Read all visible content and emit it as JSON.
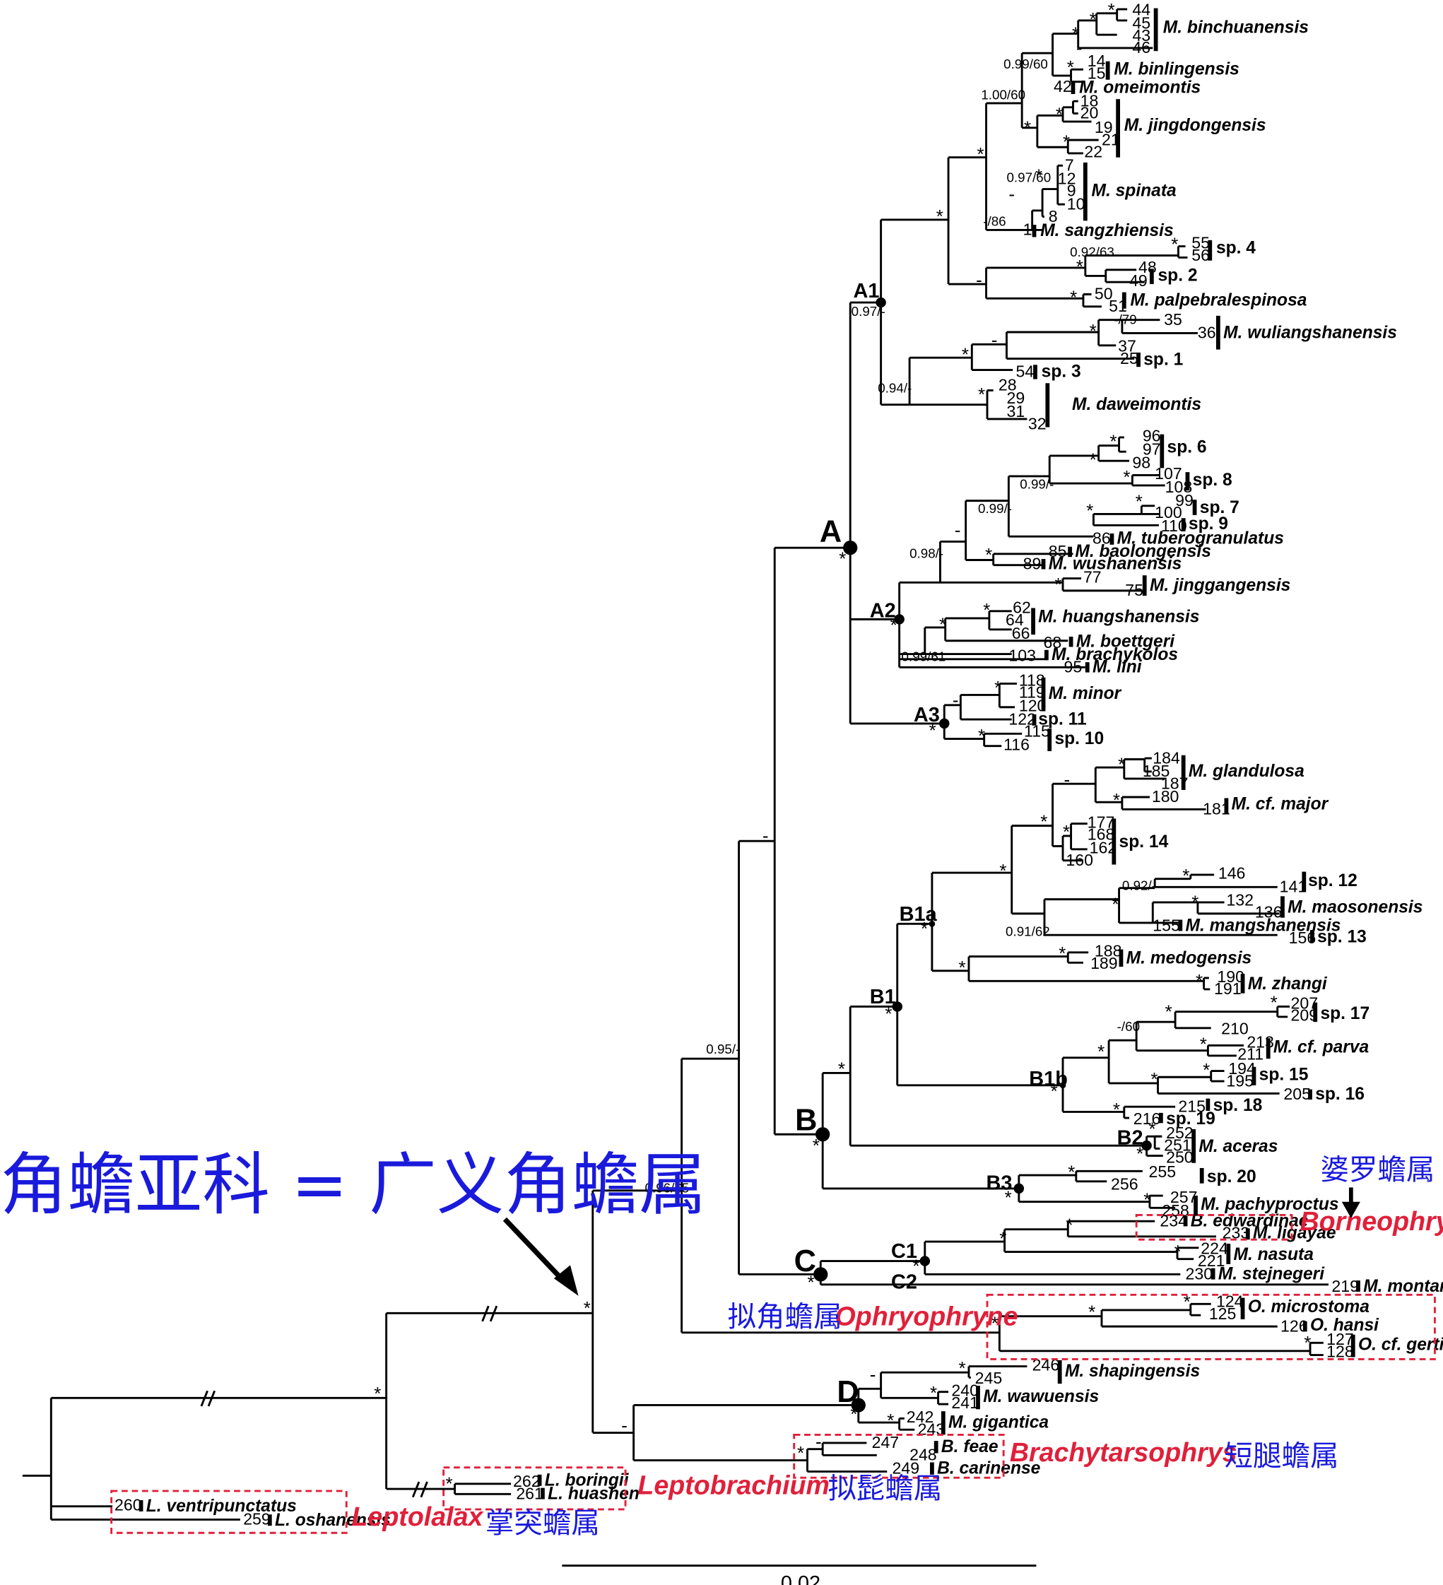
{
  "title": "角蟾亚科 = 广义角蟾属",
  "scale_label": "0.02",
  "colors": {
    "genus_label": "#e0203a",
    "chinese_label": "#1a1adc",
    "tree": "#000000"
  },
  "clades": [
    "A",
    "A1",
    "A2",
    "A3",
    "B",
    "B1",
    "B1a",
    "B1b",
    "B2",
    "B3",
    "C",
    "C1",
    "C2",
    "D"
  ],
  "supports": [
    "1.00/60",
    "0.99/60",
    "0.97/60",
    "-/86",
    "0.92/63",
    "-/79",
    "0.97/-",
    "0.94/-",
    "0.99/-",
    "0.99/-",
    "0.98/-",
    "0.99/61",
    "0.92/-",
    "0.91/62",
    "-/60",
    "0.95/-",
    "0.96/65"
  ],
  "species": [
    "M. binchuanensis",
    "M. binlingensis",
    "M. omeimontis",
    "M. jingdongensis",
    "M. spinata",
    "M. sangzhiensis",
    "sp. 4",
    "sp. 2",
    "M. palpebralespinosa",
    "M. wuliangshanensis",
    "sp. 1",
    "sp. 3",
    "M. daweimontis",
    "sp. 6",
    "sp. 8",
    "sp. 7",
    "sp. 9",
    "M. tuberogranulatus",
    "M. baolongensis",
    "M. wushanensis",
    "M. jinggangensis",
    "M. huangshanensis",
    "M. boettgeri",
    "M. brachykolos",
    "M. lini",
    "M. minor",
    "sp. 11",
    "sp. 10",
    "M. glandulosa",
    "M. cf. major",
    "sp. 14",
    "sp. 12",
    "M. maosonensis",
    "M. mangshanensis",
    "sp. 13",
    "M. medogensis",
    "M. zhangi",
    "sp. 17",
    "M. cf. parva",
    "sp. 15",
    "sp. 16",
    "sp. 18",
    "sp. 19",
    "M. aceras",
    "sp. 20",
    "M. pachyproctus",
    "B. edwardinae",
    "M. ligayae",
    "M. nasuta",
    "M. stejnegeri",
    "M. montana",
    "O. microstoma",
    "O. hansi",
    "O. cf. gerti",
    "M. shapingensis",
    "M. wawuensis",
    "M. gigantica",
    "B. feae",
    "B. carinense",
    "L. boringii",
    "L. huashen",
    "L. ventripunctatus",
    "L. oshanensis"
  ],
  "genera": {
    "borneophrys": {
      "latin": "Borneophrys",
      "chinese": "婆罗蟾属"
    },
    "ophryophryne": {
      "latin": "Ophryophryne",
      "chinese": "拟角蟾属"
    },
    "brachytarsophrys": {
      "latin": "Brachytarsophrys",
      "chinese": "短腿蟾属"
    },
    "leptobrachium": {
      "latin": "Leptobrachium",
      "chinese": "拟髭蟾属"
    },
    "leptolalax": {
      "latin": "Leptolalax",
      "chinese": "掌突蟾属"
    }
  }
}
